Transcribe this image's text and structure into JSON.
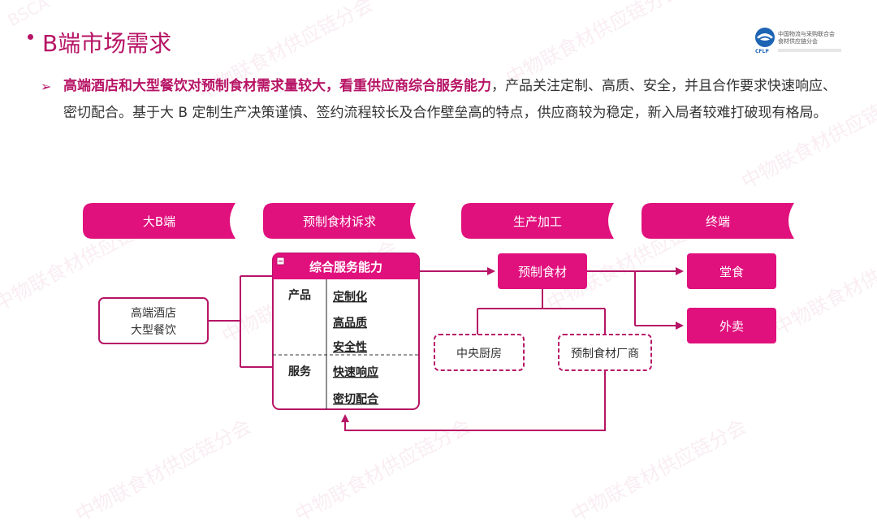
{
  "slide": {
    "title": "B端市场需求",
    "watermark": "中物联食材供应链分会",
    "watermark_brand": "BSCA",
    "logo_text_line1": "中国物流与采购联合会",
    "logo_text_line2": "食材供应链分会",
    "logo_abbr": "CFLP"
  },
  "paragraph": {
    "highlight": "高端酒店和大型餐饮对预制食材需求量较大，看重供应商综合服务能力",
    "rest": "，产品关注定制、高质、安全，并且合作要求快速响应、密切配合。基于大 B 定制生产决策谨慎、签约流程较长及合作壁垒高的特点，供应商较为稳定，新入局者较难打破现有格局。"
  },
  "headers": [
    "大B端",
    "预制食材诉求",
    "生产加工",
    "终端"
  ],
  "customer": {
    "line1": "高端酒店",
    "line2": "大型餐饮"
  },
  "service_box": {
    "title": "综合服务能力",
    "groups": [
      {
        "label": "产品",
        "items": [
          "定制化",
          "高品质",
          "安全性"
        ]
      },
      {
        "label": "服务",
        "items": [
          "快速响应",
          "密切配合"
        ]
      }
    ]
  },
  "production": {
    "main": "预制食材",
    "sub1": "中央厨房",
    "sub2": "预制食材厂商"
  },
  "terminals": [
    "堂食",
    "外卖"
  ],
  "colors": {
    "accent": "#b71466",
    "fill": "#e0107d"
  }
}
